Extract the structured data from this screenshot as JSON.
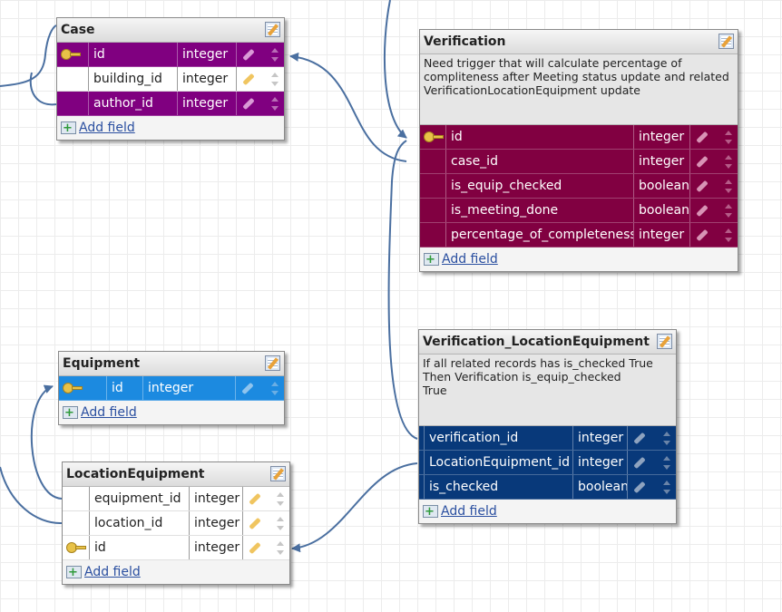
{
  "add_field_label": "Add field",
  "colors": {
    "purple": "#800080",
    "maroon": "#810041",
    "blue": "#1c8ae0",
    "navy": "#08397a",
    "link_line": "#4a6fa0"
  },
  "tables": {
    "case": {
      "name": "Case",
      "fields": [
        {
          "name": "id",
          "type": "integer",
          "pk": true
        },
        {
          "name": "building_id",
          "type": "integer"
        },
        {
          "name": "author_id",
          "type": "integer"
        }
      ]
    },
    "verification": {
      "name": "Verification",
      "comment": "Need trigger that will calculate percentage of compliteness after Meeting status update and related VerificationLocationEquipment update",
      "fields": [
        {
          "name": "id",
          "type": "integer",
          "pk": true
        },
        {
          "name": "case_id",
          "type": "integer"
        },
        {
          "name": "is_equip_checked",
          "type": "boolean"
        },
        {
          "name": "is_meeting_done",
          "type": "boolean"
        },
        {
          "name": "percentage_of_completeness",
          "type": "integer"
        }
      ]
    },
    "equipment": {
      "name": "Equipment",
      "fields": [
        {
          "name": "id",
          "type": "integer",
          "pk": true
        }
      ]
    },
    "location_equipment": {
      "name": "LocationEquipment",
      "fields": [
        {
          "name": "equipment_id",
          "type": "integer"
        },
        {
          "name": "location_id",
          "type": "integer"
        },
        {
          "name": "id",
          "type": "integer",
          "pk": true
        }
      ]
    },
    "verification_location_equipment": {
      "name": "Verification_LocationEquipment",
      "comment": "If all related records has is_checked True\nThen Verification is_equip_checked\nTrue",
      "fields": [
        {
          "name": "verification_id",
          "type": "integer"
        },
        {
          "name": "LocationEquipment_id",
          "type": "integer"
        },
        {
          "name": "is_checked",
          "type": "boolean"
        }
      ]
    }
  }
}
